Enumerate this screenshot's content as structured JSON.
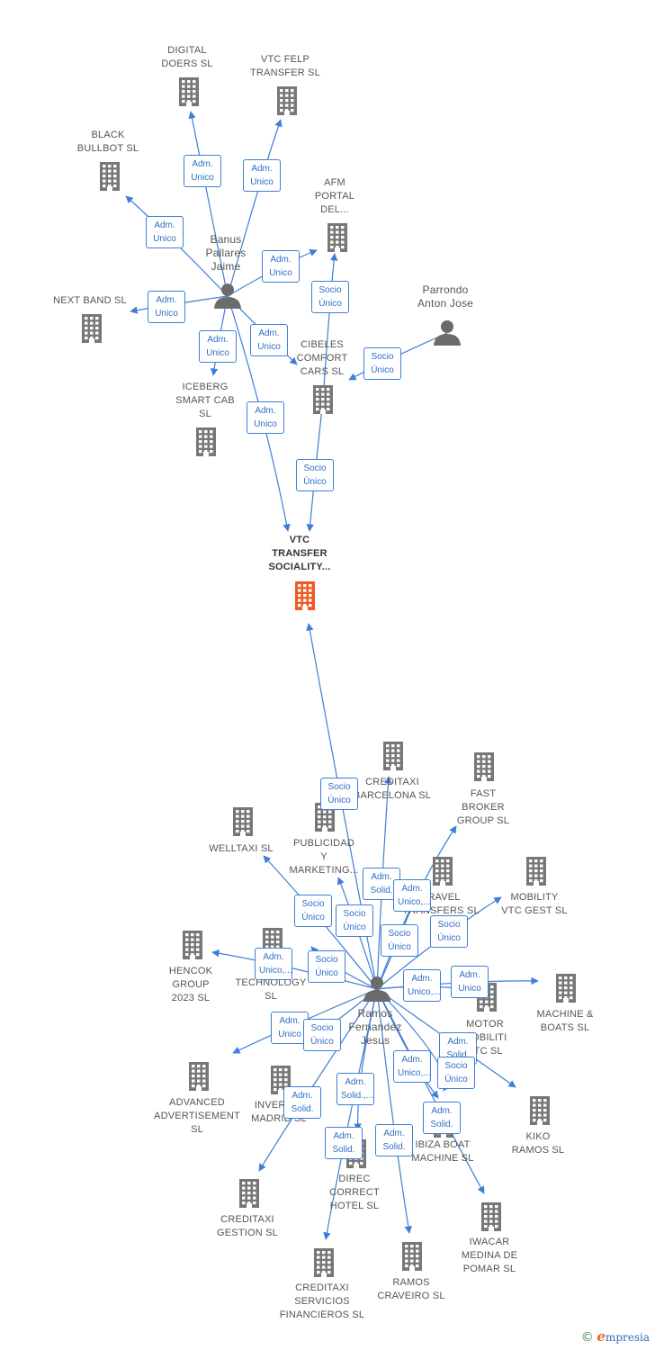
{
  "colors": {
    "edge": "#3d7fd6",
    "building": "#777777",
    "building_main": "#f05a22",
    "person": "#6b6b6b"
  },
  "nodes": [
    {
      "id": "vtc_transfer",
      "type": "company",
      "main": true,
      "label": "VTC\nTRANSFER\nSOCIALITY..."
    },
    {
      "id": "digital_doers",
      "type": "company",
      "label": "DIGITAL\nDOERS  SL"
    },
    {
      "id": "vtc_felp",
      "type": "company",
      "label": "VTC FELP\nTRANSFER  SL"
    },
    {
      "id": "black_bullbot",
      "type": "company",
      "label": "BLACK\nBULLBOT  SL"
    },
    {
      "id": "afm_portal",
      "type": "company",
      "label": "AFM\nPORTAL\nDEL..."
    },
    {
      "id": "next_band",
      "type": "company",
      "label": "NEXT BAND  SL"
    },
    {
      "id": "cibeles",
      "type": "company",
      "label": "CIBELES\nCOMFORT\nCARS  SL"
    },
    {
      "id": "iceberg",
      "type": "company",
      "label": "ICEBERG\nSMART CAB\nSL"
    },
    {
      "id": "banus",
      "type": "person",
      "label": "Banus\nPallares\nJaime"
    },
    {
      "id": "parrondo",
      "type": "person",
      "label": "Parrondo\nAnton Jose"
    },
    {
      "id": "ramos",
      "type": "person",
      "label": "Ramos\nFernandez\nJesus"
    },
    {
      "id": "creditaxi_barcelona",
      "type": "company",
      "label": "CREDITAXI\nBARCELONA SL"
    },
    {
      "id": "fast_broker",
      "type": "company",
      "label": "FAST\nBROKER\nGROUP  SL"
    },
    {
      "id": "welltaxi",
      "type": "company",
      "label": "WELLTAXI  SL"
    },
    {
      "id": "publicidad",
      "type": "company",
      "label": "PUBLICIDAD\nY\nMARKETING..."
    },
    {
      "id": "travel_transfers",
      "type": "company",
      "label": "TRAVEL\nTRANSFERS SL"
    },
    {
      "id": "mobility_vtc",
      "type": "company",
      "label": "MOBILITY\nVTC GEST  SL"
    },
    {
      "id": "hencok",
      "type": "company",
      "label": "HENCOK\nGROUP\n2023  SL"
    },
    {
      "id": "aq_technology",
      "type": "company",
      "label": "AQ\nTECHNOLOGY\nSL"
    },
    {
      "id": "machine_boats",
      "type": "company",
      "label": "MACHINE &\nBOATS SL"
    },
    {
      "id": "motor_mobiliti",
      "type": "company",
      "label": "MOTOR\nMOBILITI\nVTC  SL"
    },
    {
      "id": "advanced_adv",
      "type": "company",
      "label": "ADVANCED\nADVERTISEMENT\nSL"
    },
    {
      "id": "inver_madrid",
      "type": "company",
      "label": "INVERSIO\nMADRID SL"
    },
    {
      "id": "kiko_ramos",
      "type": "company",
      "label": "KIKO\nRAMOS SL"
    },
    {
      "id": "ibiza_boat",
      "type": "company",
      "label": "IBIZA BOAT\nMACHINE  SL"
    },
    {
      "id": "direc_correct",
      "type": "company",
      "label": "DIREC\nCORRECT\nHOTEL  SL"
    },
    {
      "id": "creditaxi_gestion",
      "type": "company",
      "label": "CREDITAXI\nGESTION SL"
    },
    {
      "id": "iwacar",
      "type": "company",
      "label": "IWACAR\nMEDINA DE\nPOMAR  SL"
    },
    {
      "id": "ramos_craveiro",
      "type": "company",
      "label": "RAMOS\nCRAVEIRO SL"
    },
    {
      "id": "creditaxi_servicios",
      "type": "company",
      "label": "CREDITAXI\nSERVICIOS\nFINANCIEROS SL"
    }
  ],
  "edges": [
    {
      "from": "banus",
      "to": "digital_doers",
      "role": "Adm.\nUnico"
    },
    {
      "from": "banus",
      "to": "vtc_felp",
      "role": "Adm.\nUnico"
    },
    {
      "from": "banus",
      "to": "black_bullbot",
      "role": "Adm.\nUnico"
    },
    {
      "from": "banus",
      "to": "afm_portal",
      "role": "Adm.\nUnico"
    },
    {
      "from": "banus",
      "to": "next_band",
      "role": "Adm.\nUnico"
    },
    {
      "from": "banus",
      "to": "iceberg",
      "role": "Adm.\nUnico"
    },
    {
      "from": "banus",
      "to": "cibeles",
      "role": "Adm.\nUnico"
    },
    {
      "from": "banus",
      "to": "vtc_transfer",
      "role": "Adm.\nUnico"
    },
    {
      "from": "cibeles",
      "to": "afm_portal",
      "role": "Socio\nÚnico"
    },
    {
      "from": "parrondo",
      "to": "cibeles",
      "role": "Socio\nÚnico"
    },
    {
      "from": "cibeles",
      "to": "vtc_transfer",
      "role": "Socio\nÚnico"
    },
    {
      "from": "ramos",
      "to": "vtc_transfer",
      "role": "Socio\nÚnico"
    },
    {
      "from": "ramos",
      "to": "creditaxi_barcelona",
      "role": "Adm.\nSolid."
    },
    {
      "from": "ramos",
      "to": "fast_broker",
      "role": "Adm.\nUnico,..."
    },
    {
      "from": "ramos",
      "to": "welltaxi",
      "role": "Socio\nÚnico"
    },
    {
      "from": "ramos",
      "to": "publicidad",
      "role": "Socio\nÚnico"
    },
    {
      "from": "ramos",
      "to": "travel_transfers",
      "role": "Socio\nÚnico"
    },
    {
      "from": "ramos",
      "to": "mobility_vtc",
      "role": "Socio\nÚnico"
    },
    {
      "from": "ramos",
      "to": "hencok",
      "role": "Adm.\nUnico,..."
    },
    {
      "from": "ramos",
      "to": "aq_technology",
      "role": "Socio\nÚnico"
    },
    {
      "from": "ramos",
      "to": "machine_boats",
      "role": "Adm.\nUnico"
    },
    {
      "from": "ramos",
      "to": "motor_mobiliti",
      "role": "Adm.\nUnico,..."
    },
    {
      "from": "ramos",
      "to": "advanced_adv",
      "role": "Adm.\nUnico"
    },
    {
      "from": "ramos",
      "to": "inver_madrid",
      "role": "Socio\nÚnico"
    },
    {
      "from": "ramos",
      "to": "kiko_ramos",
      "role": "Adm.\nSolid."
    },
    {
      "from": "ramos",
      "to": "ibiza_boat",
      "role": "Socio\nÚnico"
    },
    {
      "from": "ramos",
      "to": "direc_correct",
      "role": "Adm.\nSolid.,..."
    },
    {
      "from": "ramos",
      "to": "creditaxi_gestion",
      "role": "Adm.\nSolid."
    },
    {
      "from": "ramos",
      "to": "iwacar",
      "role": "Adm.\nSolid."
    },
    {
      "from": "ramos",
      "to": "ramos_craveiro",
      "role": "Adm.\nSolid."
    },
    {
      "from": "ramos",
      "to": "creditaxi_servicios",
      "role": "Adm.\nSolid."
    },
    {
      "from": "ramos",
      "to": "ibiza_boat",
      "role": "Adm.\nUnico,..."
    }
  ],
  "footer": {
    "copyright": "©",
    "brand_first": "e",
    "brand_rest": "mpresia"
  }
}
